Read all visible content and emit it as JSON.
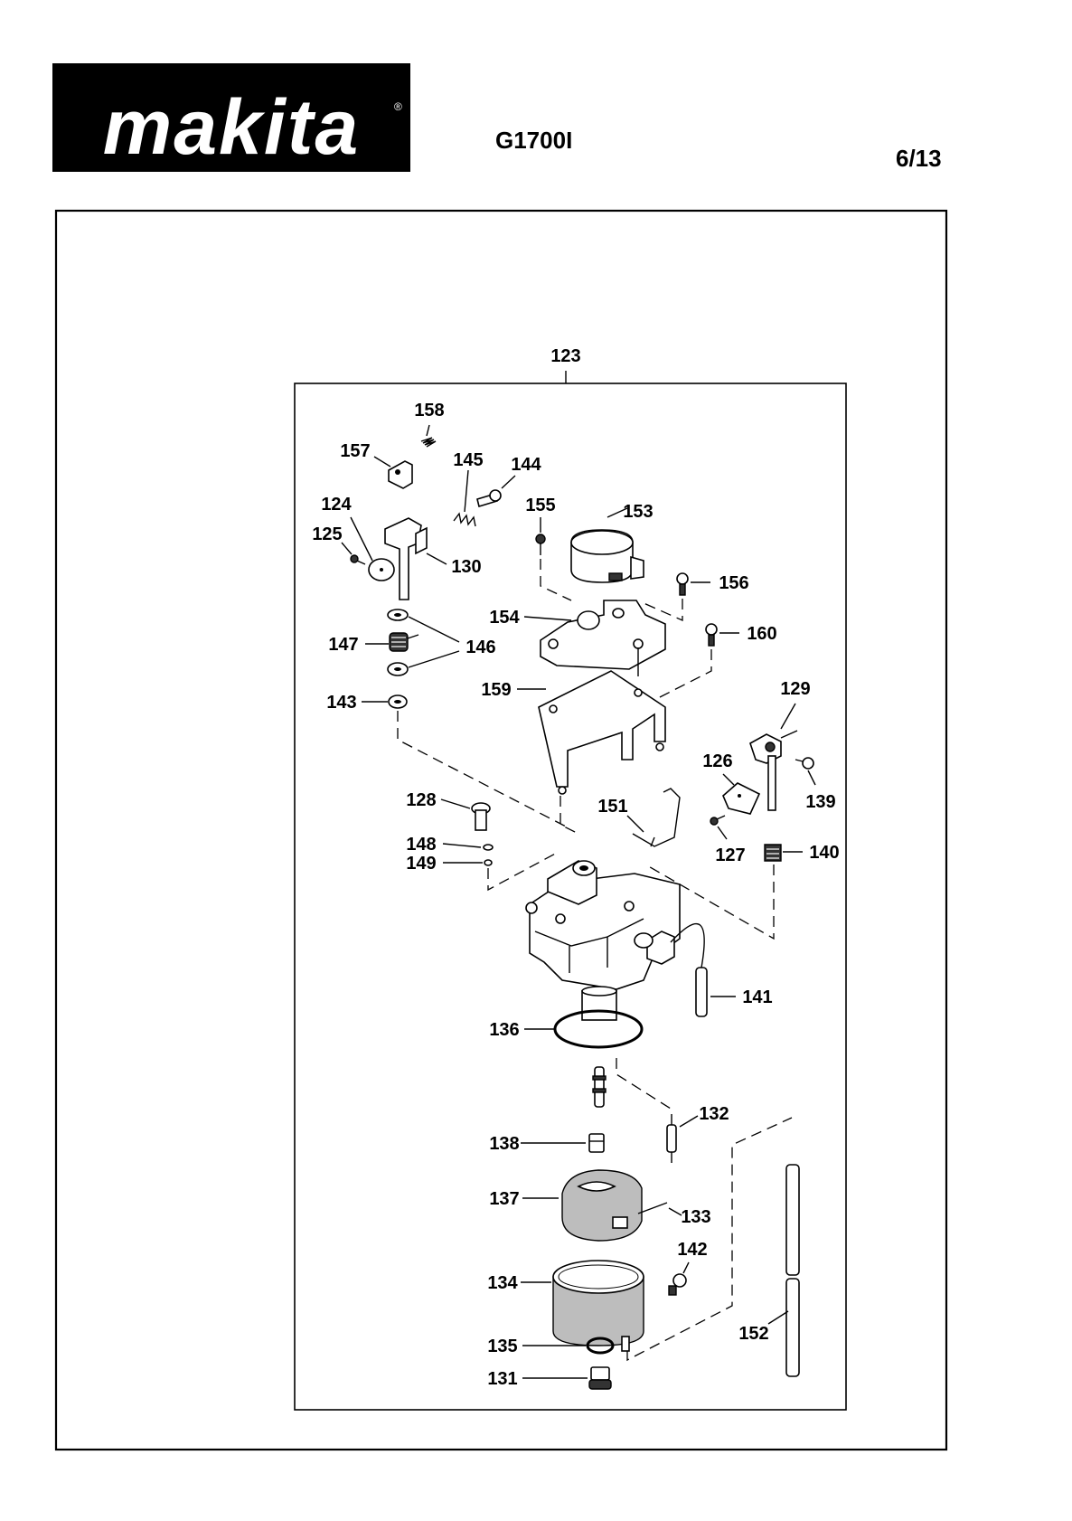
{
  "header": {
    "brand": "makita",
    "model": "G1700I",
    "page": "6/13"
  },
  "assembly_label": "123",
  "callouts": [
    "158",
    "157",
    "145",
    "144",
    "124",
    "125",
    "130",
    "155",
    "153",
    "156",
    "154",
    "160",
    "147",
    "146",
    "159",
    "143",
    "129",
    "126",
    "139",
    "128",
    "151",
    "148",
    "149",
    "127",
    "140",
    "141",
    "136",
    "132",
    "138",
    "137",
    "133",
    "142",
    "134",
    "152",
    "135",
    "131"
  ]
}
